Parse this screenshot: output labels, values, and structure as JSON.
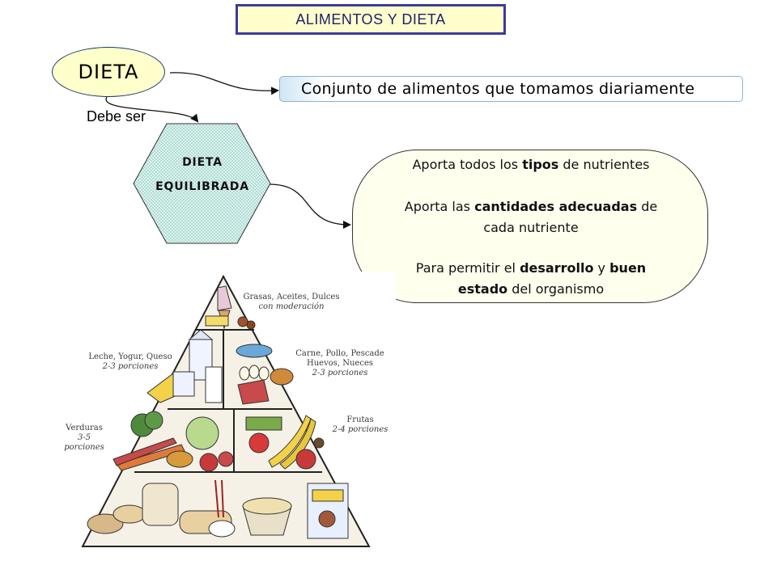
{
  "title": "ALIMENTOS Y DIETA",
  "dieta": "DIETA",
  "definition": "Conjunto de alimentos que tomamos diariamente",
  "connector": "Debe ser",
  "hexagon": {
    "line1": "DIETA",
    "line2": "EQUILIBRADA"
  },
  "info": {
    "l1_pre": "Aporta todos los ",
    "l1_bold": "tipos",
    "l1_post": " de nutrientes",
    "l2_pre": "Aporta las ",
    "l2_bold": "cantidades adecuadas",
    "l2_post": " de",
    "l3": "cada nutriente",
    "l4_pre": "Para permitir el ",
    "l4_bold1": "desarrollo",
    "l4_mid": " y ",
    "l4_bold2": "buen",
    "l5_bold": "estado",
    "l5_post": " del organismo"
  },
  "pyramid": {
    "top_label": "Grasas, Aceites, Dulces",
    "top_sub": "con moderación",
    "dairy_label": "Leche, Yogur, Queso",
    "dairy_sub": "2-3 porciones",
    "protein_label": "Carne, Pollo, Pescade",
    "protein_label2": "Huevos, Nueces",
    "protein_sub": "2-3 porciones",
    "veg_label": "Verduras",
    "veg_sub": "3-5 porciones",
    "fruit_label": "Frutas",
    "fruit_sub": "2-4 porciones"
  },
  "colors": {
    "title_border": "#3b3b9e",
    "cream": "#ffffcc",
    "hexagon_fill": "#c8ece6"
  }
}
